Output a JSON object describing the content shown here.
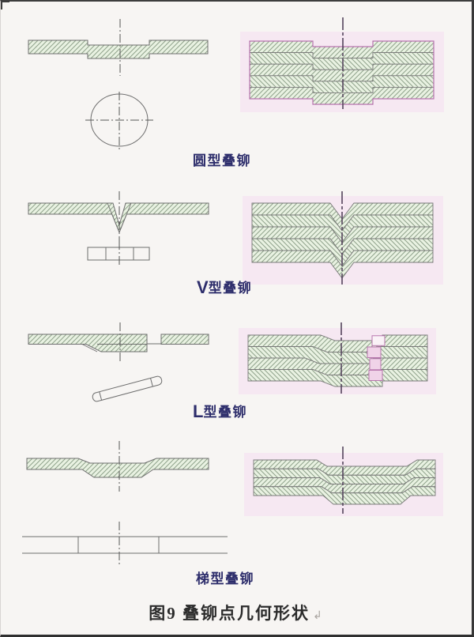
{
  "figure": {
    "caption": "图9 叠铆点几何形状",
    "return_mark": "↲",
    "rows": [
      {
        "name": "round",
        "latin": "",
        "label": "圆型叠铆"
      },
      {
        "name": "v-type",
        "latin": "V",
        "label": "型叠铆"
      },
      {
        "name": "l-type",
        "latin": "L",
        "label": "型叠铆"
      },
      {
        "name": "trapezoid",
        "latin": "",
        "label": "梯型叠铆"
      }
    ]
  },
  "colors": {
    "background": "#f7f5f3",
    "hatch_fill": "#e9f2e2",
    "hatch_line": "#8fa28b",
    "outline_gray": "#6e6e6e",
    "accent_magenta": "#b873b0",
    "highlight_pink": "#f0d3e8",
    "label_blue": "#2d2d6b",
    "caption_black": "#2b2b2b"
  }
}
